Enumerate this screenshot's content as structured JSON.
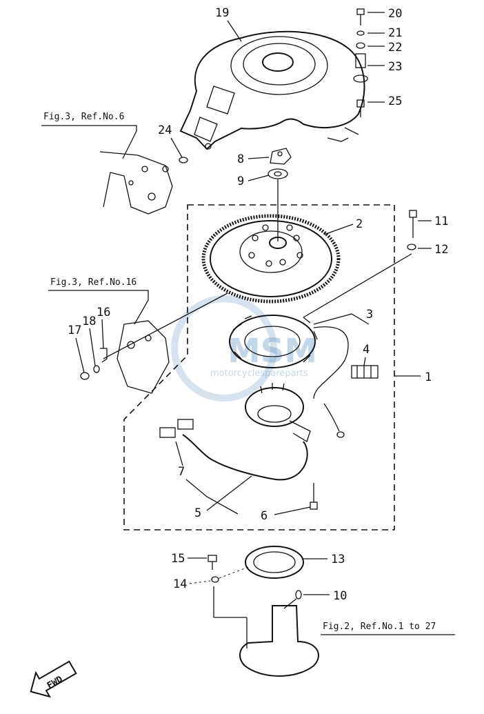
{
  "callouts": [
    {
      "id": "c20",
      "text": "20"
    },
    {
      "id": "c21",
      "text": "21"
    },
    {
      "id": "c22",
      "text": "22"
    },
    {
      "id": "c23",
      "text": "23"
    },
    {
      "id": "c25",
      "text": "25"
    },
    {
      "id": "c19",
      "text": "19"
    },
    {
      "id": "c24",
      "text": "24"
    },
    {
      "id": "c8",
      "text": "8"
    },
    {
      "id": "c9",
      "text": "9"
    },
    {
      "id": "c2",
      "text": "2"
    },
    {
      "id": "c11",
      "text": "11"
    },
    {
      "id": "c12",
      "text": "12"
    },
    {
      "id": "c3",
      "text": "3"
    },
    {
      "id": "c4",
      "text": "4"
    },
    {
      "id": "c1",
      "text": "1"
    },
    {
      "id": "c16",
      "text": "16"
    },
    {
      "id": "c17",
      "text": "17"
    },
    {
      "id": "c18",
      "text": "18"
    },
    {
      "id": "c7",
      "text": "7"
    },
    {
      "id": "c5",
      "text": "5"
    },
    {
      "id": "c6",
      "text": "6"
    },
    {
      "id": "c15",
      "text": "15"
    },
    {
      "id": "c13",
      "text": "13"
    },
    {
      "id": "c14",
      "text": "14"
    },
    {
      "id": "c10",
      "text": "10"
    }
  ],
  "references": {
    "fig3_ref6": "Fig.3, Ref.No.6",
    "fig3_ref16": "Fig.3, Ref.No.16",
    "fig2_ref1_27": "Fig.2, Ref.No.1 to 27"
  },
  "fwd_label": "FWD",
  "watermark": {
    "line1": "MSM",
    "line2": "motorcyclespareparts"
  },
  "colors": {
    "ink": "#111111",
    "watermark": "#5a8fc0"
  }
}
